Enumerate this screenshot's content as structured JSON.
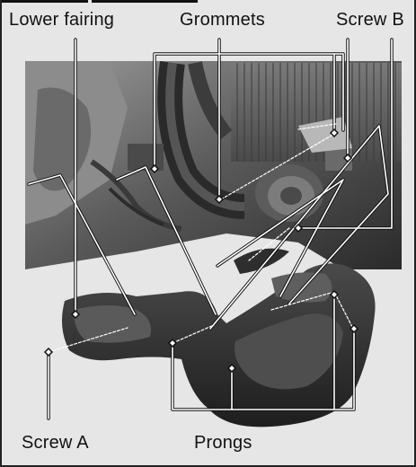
{
  "figure": {
    "labels": {
      "lower_fairing": "Lower fairing",
      "grommets": "Grommets",
      "screw_b": "Screw B",
      "screw_a": "Screw A",
      "prongs": "Prongs"
    },
    "colors": {
      "background": "#e6e6e6",
      "photo_dark": "#2e2e2e",
      "photo_mid": "#6b6b6b",
      "photo_light": "#bdbdbd",
      "fairing": "#3a3a3a",
      "callout_line": "#ffffff",
      "callout_outline": "#111111"
    }
  }
}
